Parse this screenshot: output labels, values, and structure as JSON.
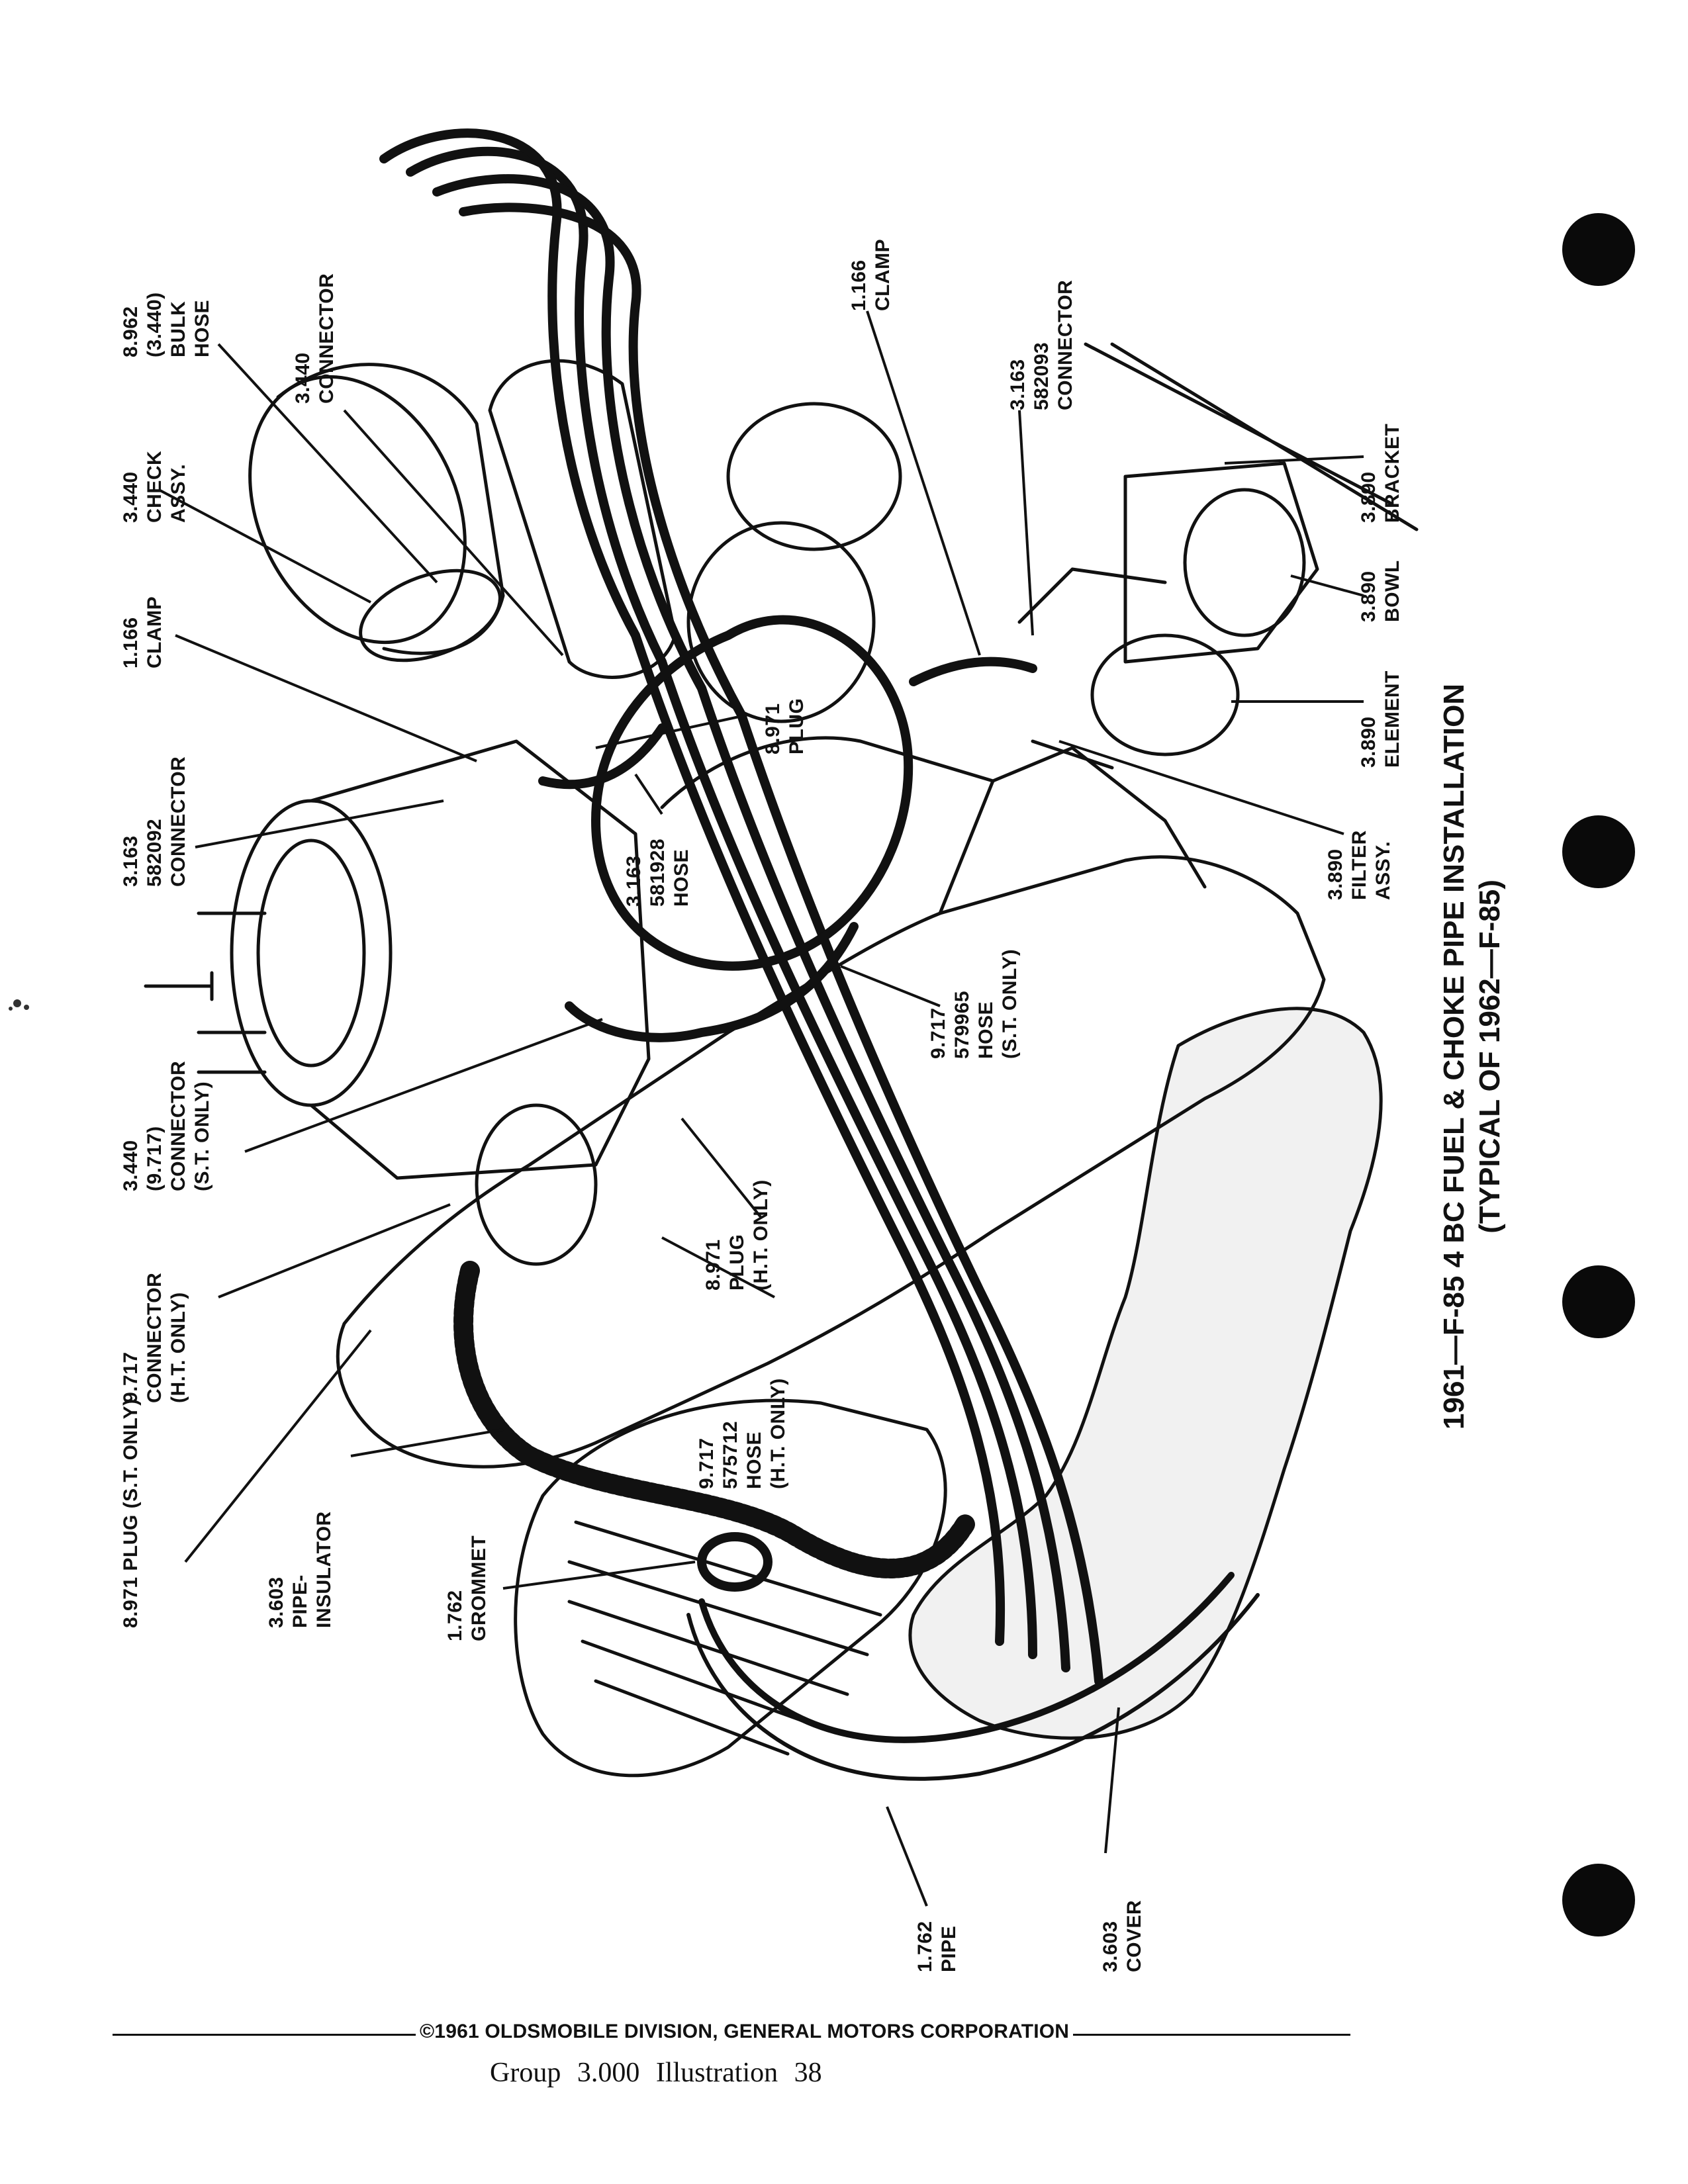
{
  "title": {
    "line1": "1961—F-85 4 BC FUEL & CHOKE PIPE INSTALLATION",
    "line2": "(TYPICAL OF 1962—F-85)"
  },
  "callouts": [
    {
      "id": "bulk-hose",
      "lines": [
        "8.962",
        "(3.440)",
        "BULK",
        "HOSE"
      ]
    },
    {
      "id": "connector-3440",
      "lines": [
        "3.440",
        "CONNECTOR"
      ]
    },
    {
      "id": "check-assy",
      "lines": [
        "3.440",
        "CHECK",
        "ASSY."
      ]
    },
    {
      "id": "clamp-left",
      "lines": [
        "1.166",
        "CLAMP"
      ]
    },
    {
      "id": "connector-582092",
      "lines": [
        "3.163",
        "582092",
        "CONNECTOR"
      ]
    },
    {
      "id": "hose-581928",
      "lines": [
        "3.163",
        "581928",
        "HOSE"
      ]
    },
    {
      "id": "connector-st",
      "lines": [
        "3.440",
        "(9.717)",
        "CONNECTOR",
        "(S.T. ONLY)"
      ]
    },
    {
      "id": "connector-ht",
      "lines": [
        "9.717",
        "CONNECTOR",
        "(H.T. ONLY)"
      ]
    },
    {
      "id": "plug-st",
      "lines": [
        "8.971 PLUG (S.T. ONLY)"
      ]
    },
    {
      "id": "pipe-insulator",
      "lines": [
        "3.603",
        "PIPE-",
        "INSULATOR"
      ]
    },
    {
      "id": "grommet",
      "lines": [
        "1.762",
        "GROMMET"
      ]
    },
    {
      "id": "plug-center",
      "lines": [
        "8.971",
        "PLUG"
      ]
    },
    {
      "id": "plug-ht",
      "lines": [
        "8.971",
        "PLUG",
        "(H.T. ONLY)"
      ]
    },
    {
      "id": "hose-575712",
      "lines": [
        "9.717",
        "575712",
        "HOSE",
        "(H.T. ONLY)"
      ]
    },
    {
      "id": "hose-579965",
      "lines": [
        "9.717",
        "579965",
        "HOSE",
        "(S.T. ONLY)"
      ]
    },
    {
      "id": "clamp-right",
      "lines": [
        "1.166",
        "CLAMP"
      ]
    },
    {
      "id": "connector-582093",
      "lines": [
        "3.163",
        "582093",
        "CONNECTOR"
      ]
    },
    {
      "id": "bracket",
      "lines": [
        "3.890",
        "BRACKET"
      ]
    },
    {
      "id": "bowl",
      "lines": [
        "3.890",
        "BOWL"
      ]
    },
    {
      "id": "element",
      "lines": [
        "3.890",
        "ELEMENT"
      ]
    },
    {
      "id": "filter-assy",
      "lines": [
        "3.890",
        "FILTER",
        "ASSY."
      ]
    },
    {
      "id": "pipe",
      "lines": [
        "1.762",
        "PIPE"
      ]
    },
    {
      "id": "cover",
      "lines": [
        "3.603",
        "COVER"
      ]
    }
  ],
  "footer": {
    "copyright": "©1961 OLDSMOBILE DIVISION, GENERAL MOTORS CORPORATION",
    "group_line": "Group 3.000 Illustration 38"
  }
}
